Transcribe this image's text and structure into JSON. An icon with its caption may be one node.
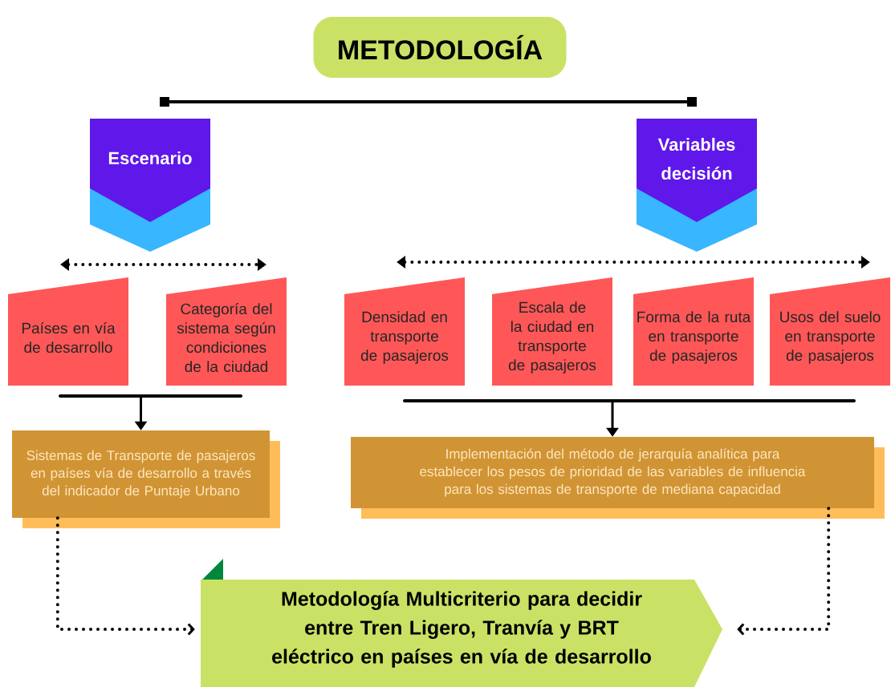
{
  "diagram": {
    "nodes": [
      {
        "text": [
          "METODOLOGÍA"
        ]
      },
      {
        "text": [
          "Escenario"
        ]
      },
      {
        "text": [
          "Variables decisión"
        ]
      },
      {
        "text": [
          "Países en vía de desarrollo"
        ]
      },
      {
        "text": [
          "Categoría del sistema según condiciones de la ciudad"
        ]
      },
      {
        "text": [
          "Densidad en transporte de pasajeros"
        ]
      },
      {
        "text": [
          "Escala de la ciudad en transporte de pasajeros"
        ]
      },
      {
        "text": [
          "Forma de la ruta en transporte de pasajeros"
        ]
      },
      {
        "text": [
          "Usos del suelo en transporte de pasajeros"
        ]
      },
      {
        "text": [
          "Sistemas de Transporte de pasajeros en países vía de desarrollo a través del indicador de Puntaje Urbano"
        ]
      },
      {
        "text": [
          "Implementación del método de jerarquía analítica para establecer los pesos de prioridad de las variables de influencia para los sistemas de transporte de mediana capacidad"
        ]
      },
      {
        "text": [
          "Metodología Multicriterio para decidir entre Tren Ligero, Tranvía y BRT eléctrico en países en vía de desarrollo"
        ]
      }
    ],
    "edges": [
      {
        "from": 1,
        "to": 2,
        "arrow": "other"
      },
      {
        "from": 3,
        "to": 4,
        "arrow": "both",
        "style": "dashed"
      },
      {
        "from": 5,
        "to": 8,
        "arrow": "both",
        "style": "dashed"
      },
      {
        "from": 3,
        "to": 9,
        "arrow": "to"
      },
      {
        "from": 4,
        "to": 9,
        "arrow": "to"
      },
      {
        "from": 5,
        "to": 10,
        "arrow": "to"
      },
      {
        "from": 6,
        "to": 10,
        "arrow": "to"
      },
      {
        "from": 7,
        "to": 10,
        "arrow": "to"
      },
      {
        "from": 8,
        "to": 10,
        "arrow": "to"
      },
      {
        "from": 9,
        "to": 11,
        "arrow": "to",
        "style": "dashed"
      },
      {
        "from": 10,
        "to": 11,
        "arrow": "to",
        "style": "dashed"
      }
    ]
  }
}
